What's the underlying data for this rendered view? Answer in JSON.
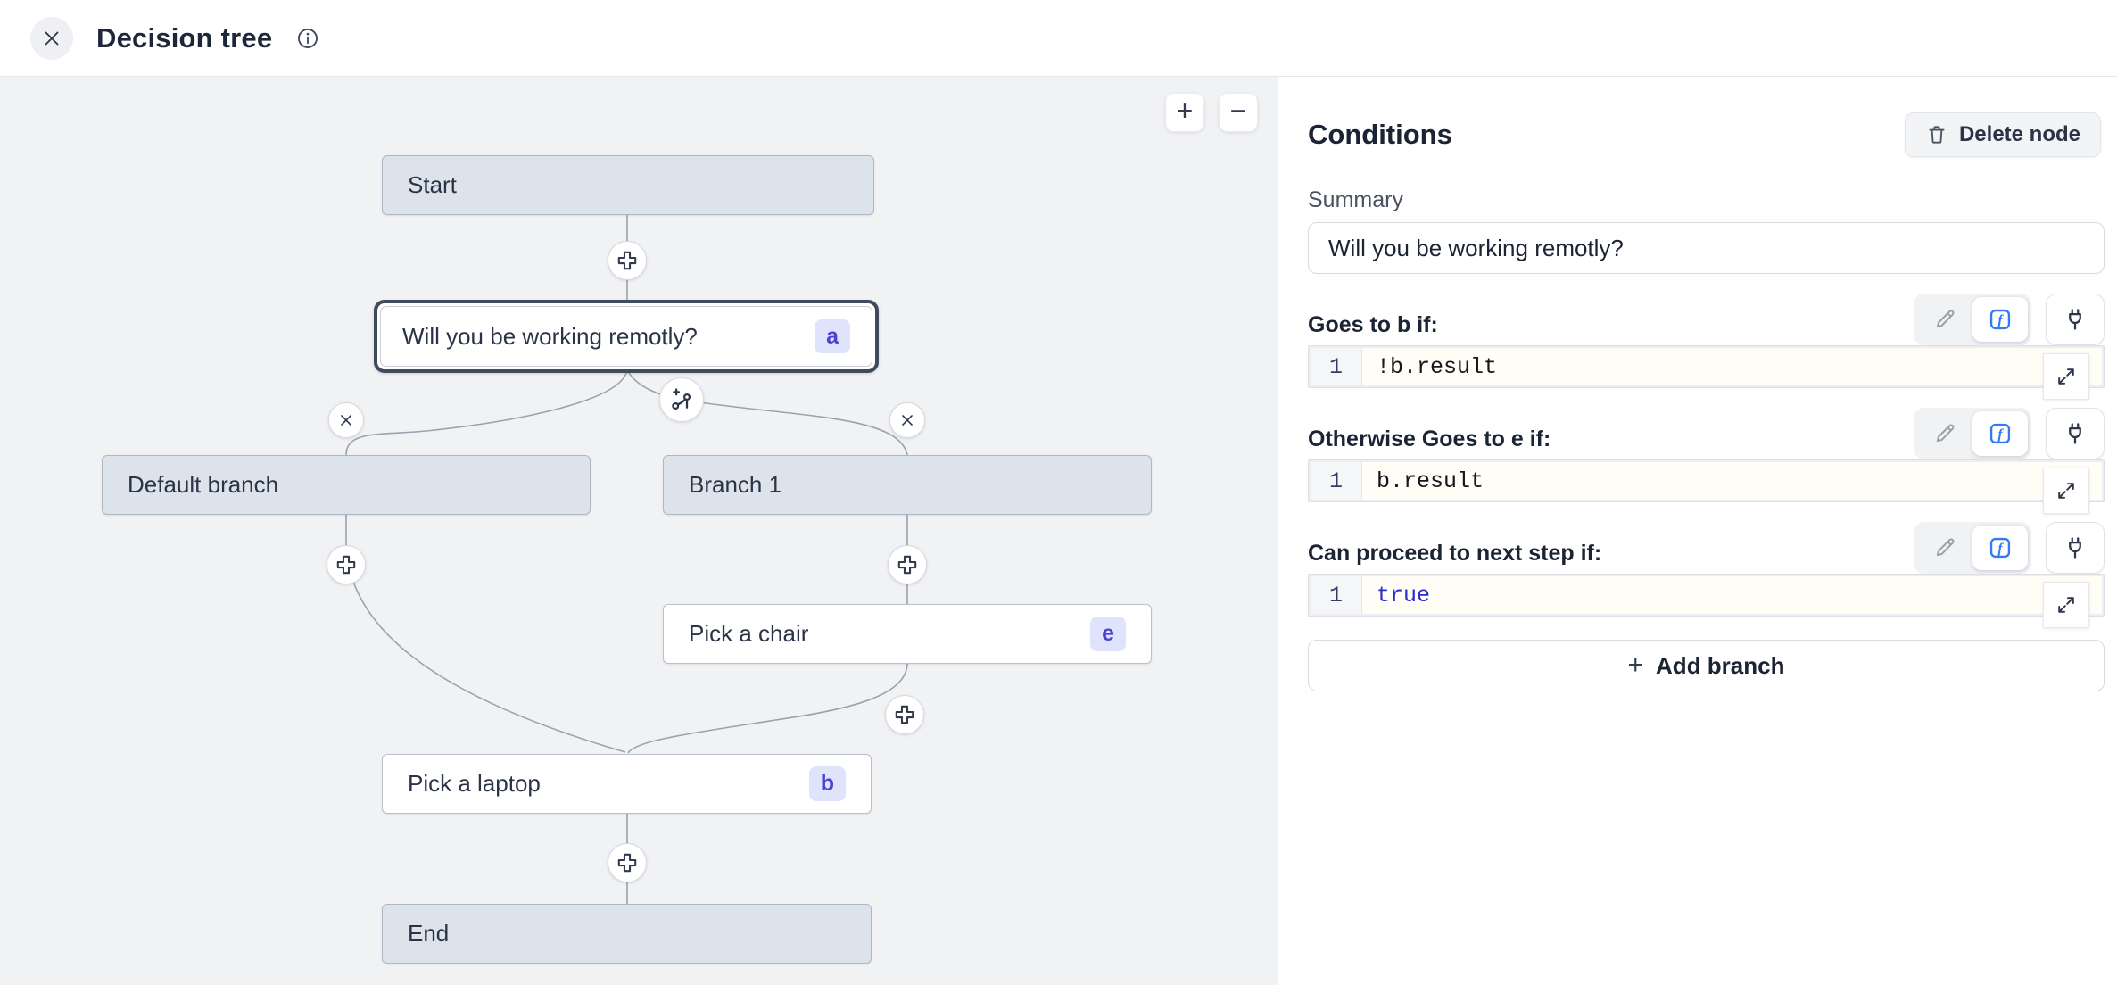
{
  "header": {
    "title": "Decision tree"
  },
  "canvas": {
    "zoom_in": "+",
    "zoom_out": "−",
    "nodes": [
      {
        "id": "start",
        "label": "Start"
      },
      {
        "id": "question",
        "label": "Will you be working remotly?",
        "badge": "a"
      },
      {
        "id": "default-branch",
        "label": "Default branch"
      },
      {
        "id": "branch-1",
        "label": "Branch 1"
      },
      {
        "id": "pick-a-chair",
        "label": "Pick a chair",
        "badge": "e"
      },
      {
        "id": "pick-a-laptop",
        "label": "Pick a laptop",
        "badge": "b"
      },
      {
        "id": "end",
        "label": "End"
      }
    ]
  },
  "panel": {
    "title": "Conditions",
    "delete_button": "Delete node",
    "summary_label": "Summary",
    "summary_value": "Will you be working remotly?",
    "rows": [
      {
        "label": "Goes to b if:",
        "line_number": "1",
        "code": "!b.result"
      },
      {
        "label": "Otherwise Goes to e if:",
        "line_number": "1",
        "code": "b.result"
      },
      {
        "label": "Can proceed to next step if:",
        "line_number": "1",
        "code": "true"
      }
    ],
    "add_branch_plus": "+",
    "add_branch_label": "Add branch"
  },
  "colors": {
    "accent_blue": "#3478f6",
    "badge_bg": "#e0e3fc",
    "badge_text": "#4a43cf",
    "keyword_blue": "#2c2cd0",
    "canvas_bg": "#f1f2f4",
    "node_gray": "#dde3ea",
    "selected_border": "#3f4a5c"
  }
}
